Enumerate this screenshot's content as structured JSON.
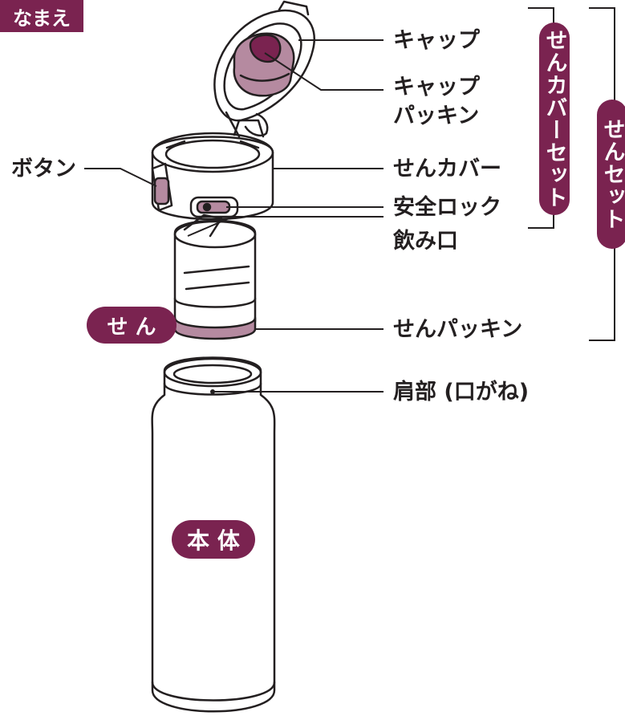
{
  "colors": {
    "accent": "#7a2350",
    "packing": "#b58aa0",
    "line": "#231f20",
    "body_fill": "#ffffff"
  },
  "header": {
    "title": "なまえ"
  },
  "labels": {
    "cap": "キャップ",
    "cap_packing_line1": "キャップ",
    "cap_packing_line2": "パッキン",
    "button": "ボタン",
    "stopper_cover": "せんカバー",
    "safety_lock": "安全ロック",
    "spout": "飲み口",
    "stopper_packing": "せんパッキン",
    "shoulder": "肩部 (口がね)"
  },
  "badges": {
    "stopper": "せ ん",
    "body": "本 体"
  },
  "groups": {
    "stopper_cover_set": "せんカバーセット",
    "stopper_set": "せんセット"
  }
}
